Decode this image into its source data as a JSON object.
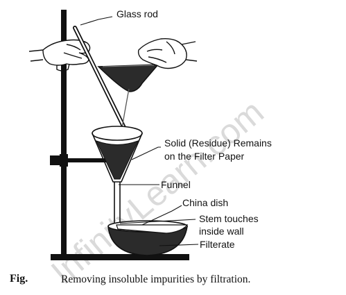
{
  "labels": {
    "glass_rod": "Glass rod",
    "residue_line1": "Solid (Residue) Remains",
    "residue_line2": "on the Filter Paper",
    "funnel": "Funnel",
    "china_dish": "China dish",
    "stem_line1": "Stem touches",
    "stem_line2": "inside wall",
    "filtrate": "Filterate"
  },
  "watermark": "InfinityLearn.com",
  "caption": {
    "tag": "Fig.",
    "text": "Removing insoluble impurities by filtration."
  },
  "colors": {
    "ink": "#111111",
    "liquid": "#2b2b2b",
    "watermark": "#d9d9d9"
  }
}
